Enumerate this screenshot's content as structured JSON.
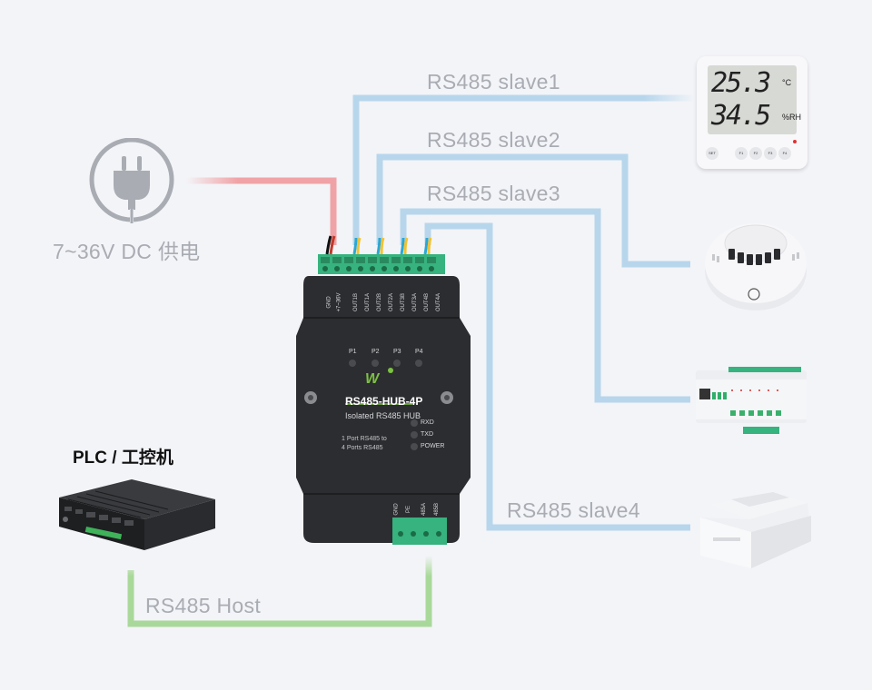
{
  "labels": {
    "slave1": "RS485 slave1",
    "slave2": "RS485 slave2",
    "slave3": "RS485 slave3",
    "slave4": "RS485 slave4",
    "host": "RS485 Host",
    "power": "7~36V DC 供电",
    "plc": "PLC / 工控机"
  },
  "device": {
    "model": "RS485-HUB-4P",
    "subtitle": "Isolated RS485 HUB",
    "desc_line1": "1 Port RS485 to",
    "desc_line2": "4 Ports RS485",
    "leds": [
      "RXD",
      "TXD",
      "POWER"
    ],
    "ports": [
      "P1",
      "P2",
      "P3",
      "P4"
    ],
    "top_terminals": [
      "GND",
      "+7~36V",
      "OUT1B",
      "OUT1A",
      "OUT2B",
      "OUT2A",
      "OUT3B",
      "OUT3A",
      "OUT4B",
      "OUT4A"
    ],
    "bottom_terminals": [
      "GND",
      "PE",
      "485A",
      "485B"
    ]
  },
  "thermo": {
    "temp": "25.3",
    "temp_unit": "°C",
    "hum": "34.5",
    "hum_unit": "%RH",
    "buttons": [
      "SET",
      "F1",
      "F2",
      "F3",
      "F4"
    ]
  },
  "colors": {
    "power_line": "#f0a3a6",
    "slave_line": "#b7d6ec",
    "host_line": "#a9d99a",
    "label": "#a9acb3"
  }
}
